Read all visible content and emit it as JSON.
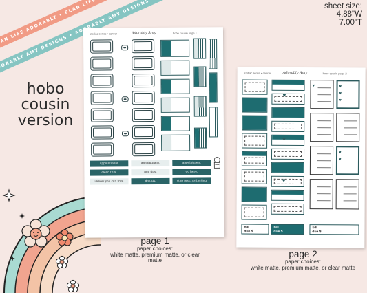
{
  "ribbons": {
    "top": "PLAN LIFE ADORABLY • PLAN LIFE ADORABLY • PLAN LIFE ADORABLY •",
    "bottom": "ADORABLY AMY DESIGNS • ADORABLY AMY DESIGNS • ADORABLY AMY DESIGNS •"
  },
  "sheet_size": {
    "line1": "sheet size:",
    "line2": "4.88\"W",
    "line3": "7.00\"T"
  },
  "title": {
    "line1": "hobo",
    "line2": "cousin",
    "line3": "version"
  },
  "sheet1": {
    "series": "zodiac series • cancer",
    "logo": "Adorably Amy",
    "kit": "hobo cousin page 1",
    "labels": [
      "appointment",
      "appointment",
      "clean this.",
      "buy this.",
      "go here.",
      "appointment",
      "i know you can this.",
      "do this.",
      "stop procrastinating"
    ]
  },
  "sheet2": {
    "series": "zodiac series • cancer",
    "logo": "Adorably Amy",
    "kit": "hobo cousin page 2",
    "bill_label": "bill",
    "due_label": "due $"
  },
  "captions": {
    "page1": {
      "title": "page 1",
      "line1": "paper choices:",
      "line2": "white matte, premium matte, or clear matte"
    },
    "page2": {
      "title": "page 2",
      "line1": "paper choices:",
      "line2": "white matte, premium matte, or clear matte"
    }
  },
  "colors": {
    "background": "#f6e8e4",
    "teal": "#1f6f72",
    "coral": "#f19b85",
    "mint": "#86c5c2"
  }
}
